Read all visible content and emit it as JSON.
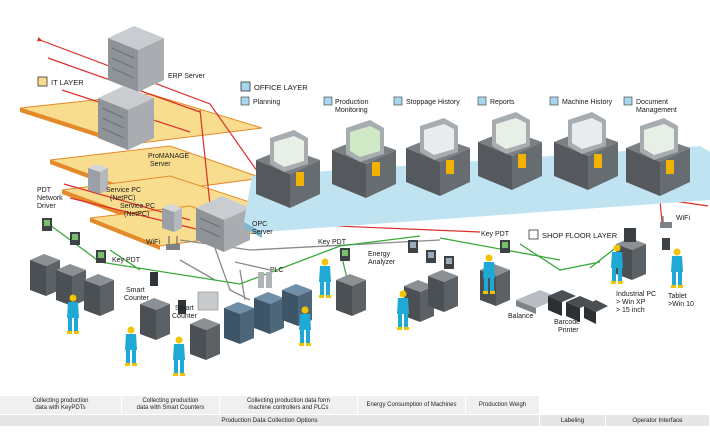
{
  "layers": {
    "it": "IT LAYER",
    "office": "OFFICE LAYER",
    "shop_floor": "SHOP FLOOR LAYER"
  },
  "office_modules": [
    {
      "line1": "Planning",
      "line2": ""
    },
    {
      "line1": "Production",
      "line2": "Monitoring"
    },
    {
      "line1": "Stoppage History",
      "line2": ""
    },
    {
      "line1": "Reports",
      "line2": ""
    },
    {
      "line1": "Machine History",
      "line2": ""
    },
    {
      "line1": "Document",
      "line2": "Management"
    }
  ],
  "devices": {
    "erp_server": "ERP Server",
    "promanage_server": [
      "ProMANAGE",
      "Server"
    ],
    "service_pc_1": [
      "Service PC",
      "(NetPC)"
    ],
    "service_pc_2": [
      "Service PC",
      "(NetPC)"
    ],
    "opc_server": [
      "OPC",
      "Server"
    ],
    "wifi_left": "WiFi",
    "wifi_right": "WiFi",
    "pdt_network_driver": [
      "PDT",
      "Network",
      "Driver"
    ],
    "key_pdt_1": "Key PDT",
    "key_pdt_2": "Key PDT",
    "key_pdt_3": "Key PDT",
    "plc": "PLC",
    "smart_counter_1": [
      "Smart",
      "Counter"
    ],
    "smart_counter_2": [
      "Smart",
      "Counter"
    ],
    "energy_analyzer": [
      "Energy",
      "Analyzer"
    ],
    "balance": "Balance",
    "barcode_printer": [
      "Barcode",
      "Printer"
    ],
    "industrial_pc": [
      "Industrial PC",
      "> Win XP",
      "> 15 inch"
    ],
    "tablet": [
      "Tablet",
      ">Win 10"
    ]
  },
  "bottom_categories": [
    {
      "line1": "Collecting production",
      "line2": "data with KeyPDTs"
    },
    {
      "line1": "Collecting production",
      "line2": "data with Smart Counters"
    },
    {
      "line1": "Collecting production data form",
      "line2": "machine controllers and PLCs"
    },
    {
      "line1": "Energy Consumption of Machines",
      "line2": ""
    },
    {
      "line1": "Production Weigh",
      "line2": ""
    }
  ],
  "bottom_groups": [
    "Production Data Collection Options",
    "Labeling",
    "Operator Interface"
  ],
  "colors": {
    "red_line": "#d9302b",
    "gray_line": "#8a8a8a",
    "green_line": "#3aa83a",
    "layer_fill": "#f8dd8e",
    "layer_edge": "#e58a2a",
    "office_marker": "#a7d7ec",
    "machine_gray": "#5f6468",
    "worker_blue": "#1fa9d6",
    "worker_yellow": "#f0c400"
  }
}
